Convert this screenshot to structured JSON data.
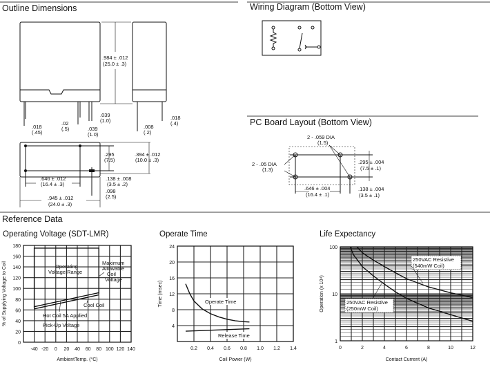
{
  "sections": {
    "outline": "Outline Dimensions",
    "wiring": "Wiring Diagram (Bottom View)",
    "pcb": "PC Board Layout (Bottom View)",
    "reference": "Reference Data"
  },
  "outline_dims": {
    "height_in": ".984 ± .012",
    "height_mm": "(25.0 ± .3)",
    "pin1_in": ".018",
    "pin1_mm": "(.45)",
    "pin2_in": ".02",
    "pin2_mm": "(.5)",
    "pin3_in": ".039",
    "pin3_mm": "(1.0)",
    "pin4_in": ".039",
    "pin4_mm": "(1.0)",
    "side1_in": ".008",
    "side1_mm": "(.2)",
    "side2_in": ".018",
    "side2_mm": "(.4)",
    "spacing_in": ".295",
    "spacing_mm": "(7.5)",
    "width_in": ".394 ± .012",
    "width_mm": "(10.0 ± .3)",
    "pitch_in": ".646 ± .012",
    "pitch_mm": "(16.4 ± .3)",
    "offset_in": ".138 ± .008",
    "offset_mm": "(3.5 ± .2)",
    "edge_in": ".098",
    "edge_mm": "(2.5)",
    "length_in": ".945 ± .012",
    "length_mm": "(24.0 ± .3)"
  },
  "pcb_dims": {
    "hole_large_in": "2 - .059 DIA",
    "hole_large_mm": "(1.5)",
    "hole_small_in": "2 - .05 DIA",
    "hole_small_mm": "(1.3)",
    "row_in": ".295 ± .004",
    "row_mm": "(7.5 ± .1)",
    "pitch_in": ".646 ± .004",
    "pitch_mm": "(16.4 ± .1)",
    "offset_in": ".138 ± .004",
    "offset_mm": "(3.5 ± .1)"
  },
  "chart_data": [
    {
      "type": "line",
      "title": "Operating Voltage (SDT-LMR)",
      "xlabel": "AmbientTemp. (°C)",
      "ylabel": "% of Supplying Voltage to Coil",
      "xlim": [
        -60,
        140
      ],
      "ylim": [
        0,
        180
      ],
      "xticks": [
        -40,
        -20,
        0,
        20,
        40,
        60,
        80,
        100,
        120,
        140
      ],
      "xtick_labels": [
        "-40",
        "-20",
        "0",
        "20",
        "40",
        "60",
        "80",
        "100",
        "120",
        "140"
      ],
      "yticks": [
        0,
        20,
        40,
        60,
        80,
        100,
        120,
        140,
        160,
        180
      ],
      "ytick_labels": [
        "0",
        "20",
        "40",
        "60",
        "80",
        "100",
        "120",
        "140",
        "160",
        "180"
      ],
      "series": [
        {
          "name": "Maximum Allowable Coil Voltage",
          "x": [
            -40,
            -40,
            80,
            80
          ],
          "y": [
            63,
            175,
            175,
            90
          ]
        },
        {
          "name": "Hot Coil 5A Applied",
          "x": [
            -40,
            80
          ],
          "y": [
            62,
            88
          ]
        },
        {
          "name": "Cool Coil",
          "x": [
            -40,
            80
          ],
          "y": [
            66,
            92
          ]
        }
      ],
      "annotations": [
        "Operating",
        "Voltage Range",
        "Maximum",
        "Allowable",
        "Coil",
        "Voltage",
        "Cool Coil",
        "Hot Coil 5A Applied",
        "Pick-Up Voltage"
      ]
    },
    {
      "type": "line",
      "title": "Operate Time",
      "xlabel": "Coil Power (W)",
      "ylabel": "Time (msec)",
      "xlim": [
        0,
        1.4
      ],
      "ylim": [
        0,
        24
      ],
      "xticks": [
        0.2,
        0.4,
        0.6,
        0.8,
        1.0,
        1.2,
        1.4
      ],
      "xtick_labels": [
        "0.2",
        "0.4",
        "0.6",
        "0.8",
        "1.0",
        "1.2",
        "1.4"
      ],
      "yticks": [
        4,
        8,
        12,
        16,
        20,
        24
      ],
      "ytick_labels": [
        "4",
        "8",
        "12",
        "16",
        "20",
        "24"
      ],
      "series": [
        {
          "name": "Operate Time",
          "x": [
            0.1,
            0.15,
            0.2,
            0.3,
            0.4,
            0.5,
            0.6,
            0.7,
            0.8,
            0.87
          ],
          "y": [
            14.5,
            12,
            10.2,
            8.2,
            7.0,
            6.2,
            5.6,
            5.2,
            5.0,
            4.9
          ]
        },
        {
          "name": "Release Time",
          "x": [
            0.1,
            0.87
          ],
          "y": [
            2.6,
            3.2
          ]
        }
      ],
      "annotations": [
        "Operate Time",
        "Release Time"
      ]
    },
    {
      "type": "line",
      "title": "Life Expectancy",
      "xlabel": "Contact Current (A)",
      "ylabel": "Operation (x 10⁴)",
      "xlim": [
        0,
        12
      ],
      "ylim": [
        1,
        100
      ],
      "yscale": "log",
      "xticks": [
        0,
        2,
        4,
        6,
        8,
        10,
        12
      ],
      "xtick_labels": [
        "0",
        "2",
        "4",
        "6",
        "8",
        "10",
        "12"
      ],
      "yticks": [
        1,
        10,
        100
      ],
      "ytick_labels": [
        "1",
        "10",
        "100"
      ],
      "series": [
        {
          "name": "250VAC Resistive (540mW Coil)",
          "x": [
            1.5,
            2,
            3,
            4,
            5,
            6,
            8,
            10,
            12
          ],
          "y": [
            100,
            75,
            52,
            38,
            28,
            21,
            14,
            10.5,
            8.3
          ]
        },
        {
          "name": "250VAC Resistive (250mW Coil)",
          "x": [
            0.9,
            1.2,
            2,
            3,
            4,
            5,
            6,
            8,
            10,
            12
          ],
          "y": [
            100,
            68,
            38,
            24,
            16,
            11,
            8,
            5,
            3.6,
            2.6
          ]
        }
      ],
      "annotations": [
        "250VAC Resistive",
        "(540mW Coil)",
        "250VAC Resistive",
        "(250mW Coil)"
      ]
    }
  ]
}
